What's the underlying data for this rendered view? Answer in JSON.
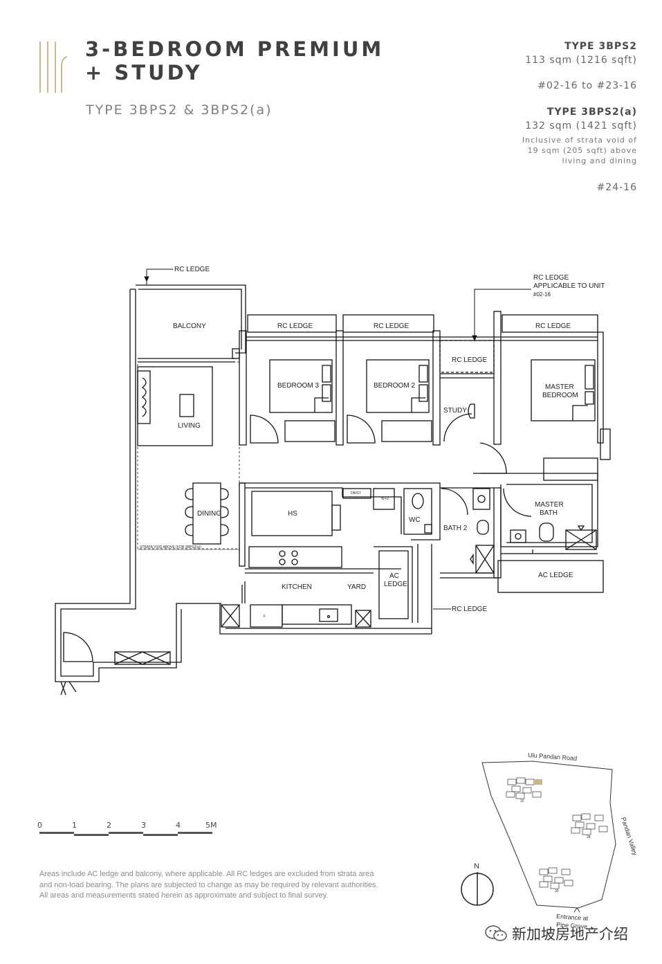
{
  "header": {
    "title_line1": "3-BEDROOM PREMIUM",
    "title_line2": "+ STUDY",
    "subtitle": "TYPE 3BPS2 & 3BPS2(a)"
  },
  "unit_types": [
    {
      "type": "TYPE 3BPS2",
      "area": "113 sqm (1216 sqft)",
      "units": "#02-16 to #23-16"
    },
    {
      "type": "TYPE 3BPS2(a)",
      "area": "132 sqm (1421 sqft)",
      "note_lines": [
        "Inclusive of strata void of",
        "19 sqm (205 sqft) above",
        "living and dining"
      ],
      "units": "#24-16"
    }
  ],
  "plan": {
    "rc_ledge_top": "RC LEDGE",
    "rc_ledge_applicable": [
      "RC LEDGE",
      "APPLICABLE TO UNIT",
      "#02-16"
    ],
    "balcony": "BALCONY",
    "living": "LIVING",
    "dining": "DINING",
    "strata_void": "STRATA VOID ABOVE (FOR 3BPS2(a))",
    "rc_ledge_b3": "RC LEDGE",
    "rc_ledge_b2": "RC LEDGE",
    "rc_ledge_study": "RC LEDGE",
    "rc_ledge_master": "RC LEDGE",
    "bedroom3": "BEDROOM 3",
    "bedroom2": "BEDROOM 2",
    "study": "STUDY",
    "master_bedroom": [
      "MASTER",
      "BEDROOM"
    ],
    "hs": "HS",
    "dbst": "DB/ST",
    "wd": "W+D",
    "wc": "WC",
    "bath2": "BATH 2",
    "master_bath": [
      "MASTER",
      "BATH"
    ],
    "kitchen": "KITCHEN",
    "yard": "YARD",
    "ac_ledge_kitchen": [
      "AC",
      "LEDGE"
    ],
    "ac_ledge_master": "AC LEDGE",
    "rc_ledge_bottom": "RC LEDGE",
    "fridge": "F"
  },
  "scale_bar": {
    "labels": [
      "0",
      "1",
      "2",
      "3",
      "4",
      "5M"
    ]
  },
  "disclaimer": "Areas include AC ledge and balcony, where applicable. All RC ledges are excluded from strata area and non-load bearing. The plans are subjected to change as may be required by relevant authorities. All areas and measurements stated herein as approximate and subject to final survey.",
  "site_plan": {
    "road_top": "Ulu Pandan Road",
    "road_right": "Pandan Valley",
    "entrance": [
      "Entrance at",
      "Pine Grove"
    ],
    "north": "N",
    "block_top": "32",
    "block_mid": "28",
    "block_bottom": "30",
    "highlight_color": "#c9b68a"
  },
  "watermark": "新加坡房地产介绍",
  "colors": {
    "accent_gold": "#c8b88c",
    "text_dark": "#404040"
  }
}
